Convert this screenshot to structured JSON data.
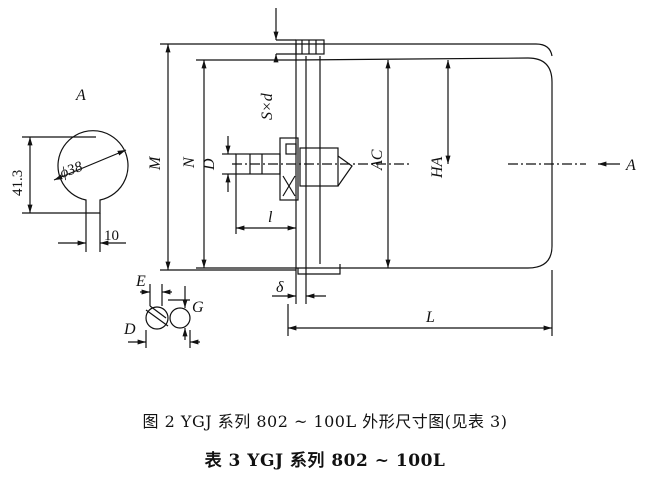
{
  "figure": {
    "view_label": "A",
    "arrow_label": "A",
    "labels": {
      "S_d": "S×d",
      "M": "M",
      "N": "N",
      "D": "D",
      "AC": "AC",
      "HA": "HA",
      "l": "l",
      "delta": "δ",
      "L": "L",
      "E": "E",
      "G": "G",
      "D_small": "D"
    },
    "shaft_view": {
      "dim_413": "41.3",
      "dim_phi38": "ϕ38",
      "dim_10": "10"
    }
  },
  "captions": {
    "figure_caption": "图 2   YGJ 系列 802 ~ 100L 外形尺寸图(见表 3)",
    "table_caption": "表 3   YGJ 系列 802 ~ 100L"
  }
}
